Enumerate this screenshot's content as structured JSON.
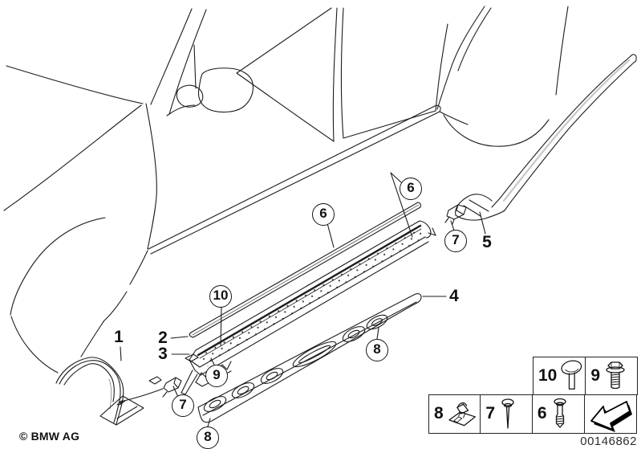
{
  "colors": {
    "background": "#ffffff",
    "line": "#1c1c1c"
  },
  "footer": {
    "copyright": "© BMW AG",
    "image_number": "00146862"
  },
  "callouts": {
    "c6a": "6",
    "c6b": "6",
    "c7_rear": "7",
    "c7_front": "7",
    "c8_sill": "8",
    "c8_sill_end": "8",
    "c9": "9",
    "c10": "10"
  },
  "labels": {
    "l1": "1",
    "l2": "2",
    "l3": "3",
    "l4": "4",
    "l5": "5"
  },
  "legend": {
    "cells": [
      {
        "number": "10",
        "icon": "carriage-bolt-icon"
      },
      {
        "number": "9",
        "icon": "hex-flange-screw-icon"
      },
      {
        "number": "8",
        "icon": "body-clip-icon"
      },
      {
        "number": "7",
        "icon": "expanding-rivet-icon"
      },
      {
        "number": "6",
        "icon": "screw-rivet-icon"
      },
      {
        "number": "",
        "icon": "direction-of-travel-arrow-icon"
      }
    ]
  }
}
